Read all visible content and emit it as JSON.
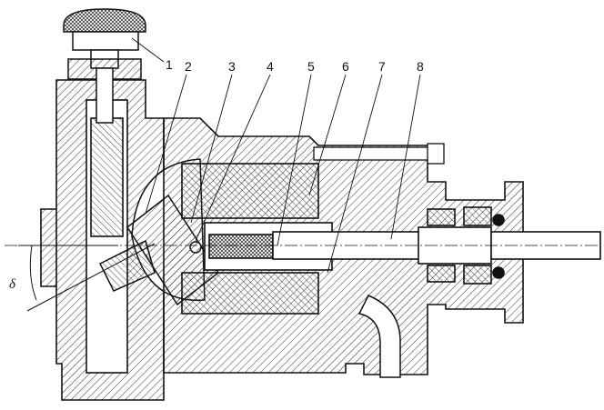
{
  "callouts": [
    {
      "id": "1",
      "label": "1"
    },
    {
      "id": "2",
      "label": "2"
    },
    {
      "id": "3",
      "label": "3"
    },
    {
      "id": "4",
      "label": "4"
    },
    {
      "id": "5",
      "label": "5"
    },
    {
      "id": "6",
      "label": "6"
    },
    {
      "id": "7",
      "label": "7"
    },
    {
      "id": "8",
      "label": "8"
    }
  ],
  "angle_label": "δ",
  "colors": {
    "line": "#111111",
    "hatch": "#333333",
    "background": "#ffffff"
  }
}
